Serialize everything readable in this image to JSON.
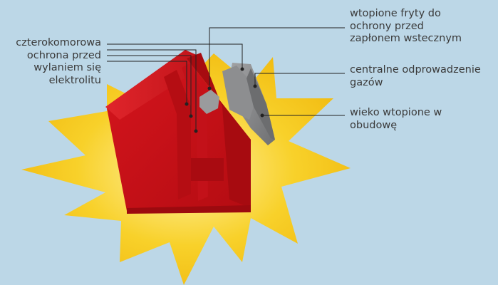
{
  "colors": {
    "background": "#bcd7e7",
    "burst": "#f6c619",
    "housing": "#cc1119",
    "lid": "#858688",
    "leader_line": "#222222"
  },
  "labels": {
    "four_chamber": "czterokomorowa\nochrona przed\nwylaniem się\nelektrolitu",
    "frits": "wtopione fryty do\nochrony przed\nzapłonem wstecznym",
    "degassing": "centralne odprowadzenie\ngazów",
    "lid": "wieko wtopione w\nobudowę"
  }
}
